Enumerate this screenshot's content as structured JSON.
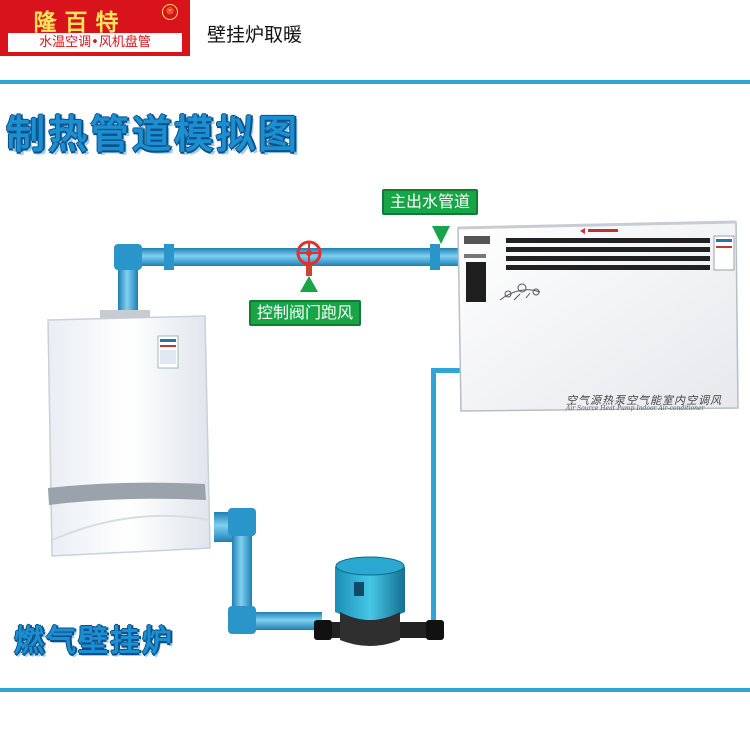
{
  "header": {
    "logo_title": "隆百特",
    "logo_mark": "®",
    "logo_subtitle": "水温空调•风机盘管",
    "page_title": "壁挂炉取暖"
  },
  "diagram": {
    "title": "制热管道模拟图",
    "labels": {
      "main_outlet": "主出水管道",
      "control_valve": "控制阀门跑风",
      "boiler": "燃气壁挂炉"
    },
    "ac_unit": {
      "script_text": "空气源热泵空气能室内空调风",
      "caption": "Air Source Heat Pump Indoor Air-conditioner"
    },
    "colors": {
      "pipe": "#37a9dd",
      "pipe_dark": "#1e7fb3",
      "accent_blue": "#1b8fcf",
      "callout_green": "#17a548",
      "valve_red": "#e03030",
      "rule_blue": "#2ea5d7",
      "logo_red": "#d8131b"
    },
    "icons": [
      "boiler-unit",
      "air-conditioner-unit",
      "circulation-pump",
      "valve-wheel-icon",
      "arrow-down-icon"
    ]
  }
}
